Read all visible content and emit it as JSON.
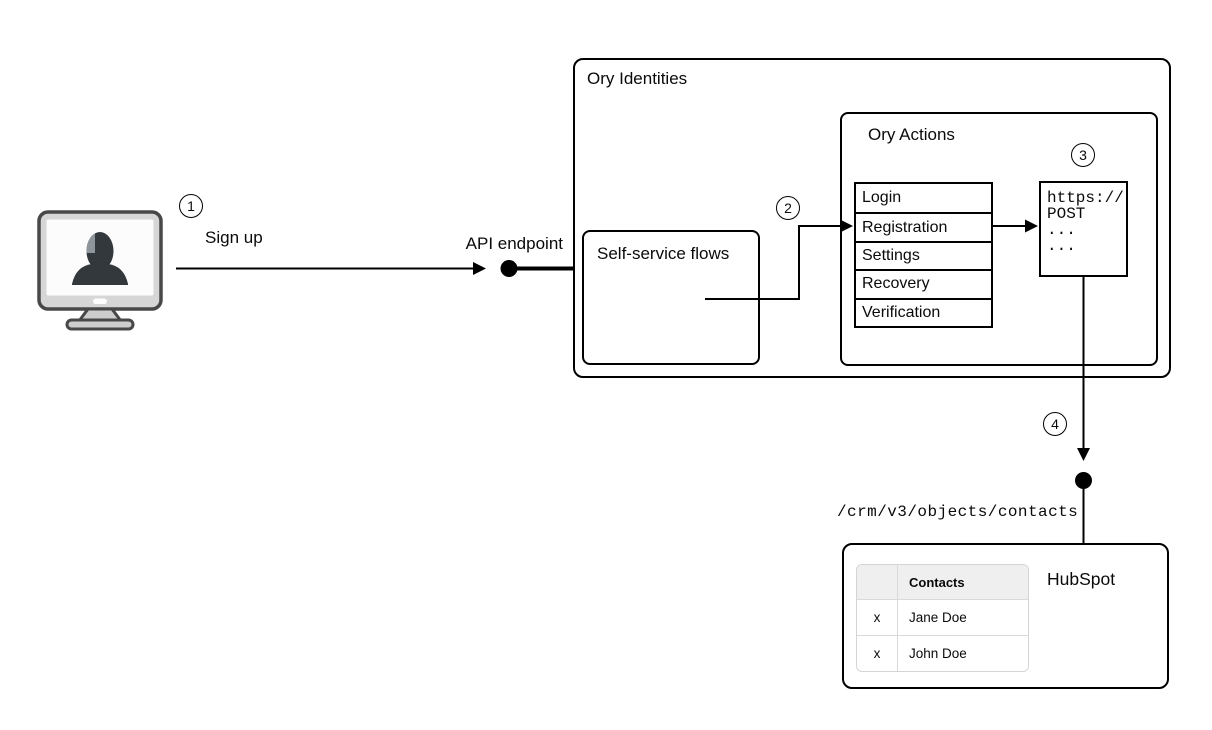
{
  "steps": {
    "s1": "1",
    "s2": "2",
    "s3": "3",
    "s4": "4"
  },
  "labels": {
    "sign_up": "Sign up",
    "api_endpoint": "API endpoint"
  },
  "actor": {
    "icon": "user-computer-icon"
  },
  "ory_identities": {
    "title": "Ory Identities",
    "self_service_flows": {
      "title": "Self-service flows"
    },
    "ory_actions": {
      "title": "Ory Actions",
      "flows": [
        "Login",
        "Registration",
        "Settings",
        "Recovery",
        "Verification"
      ],
      "webhook_code": [
        "https://",
        "POST",
        "...",
        "..."
      ]
    }
  },
  "hubspot": {
    "title": "HubSpot",
    "endpoint_path": "/crm/v3/objects/contacts",
    "contacts_table": {
      "header": "Contacts",
      "rows": [
        {
          "mark": "x",
          "name": "Jane Doe"
        },
        {
          "mark": "x",
          "name": "John Doe"
        }
      ]
    }
  },
  "colors": {
    "line": "#000000",
    "monitor_frame": "#d6d6d6",
    "monitor_screen": "#fcfcfc",
    "monitor_outline": "#484848",
    "monitor_stand": "#cdcdcd",
    "silhouette": "#33383c",
    "silhouette_highlight": "#8e959b",
    "table_header_bg": "#efefef",
    "table_border": "#d9d9d9"
  }
}
